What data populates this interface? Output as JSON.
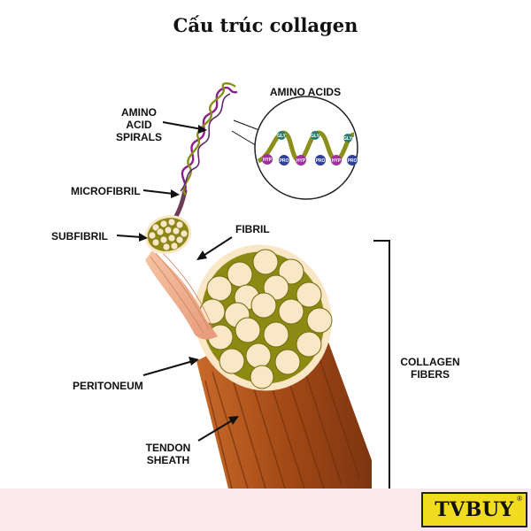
{
  "title": "Cấu trúc collagen",
  "labels": {
    "amino_acid_spirals": [
      "AMINO",
      "ACID",
      "SPIRALS"
    ],
    "amino_acids": "AMINO ACIDS",
    "microfibril": "MICROFIBRIL",
    "subfibril": "SUBFIBRIL",
    "fibril": "FIBRIL",
    "peritoneum": "PERITONEUM",
    "tendon_sheath": [
      "TENDON",
      "SHEATH"
    ],
    "collagen_fibers": [
      "COLLAGEN",
      "FIBERS"
    ]
  },
  "amino_acid_chain": {
    "top": [
      "GLY",
      "GLY",
      "GLY"
    ],
    "bottom": [
      "HYP",
      "PRO",
      "HYP",
      "PRO",
      "HYP",
      "PRO"
    ]
  },
  "colors": {
    "fiber_brown": "#b5531b",
    "olive": "#8c8a12",
    "cream": "#fbe6c6",
    "spiral_purple": "#8b1f8c",
    "spiral_olive": "#8a8f1a",
    "footer_pink": "#fae8ec",
    "logo_yellow": "#f2dc20"
  },
  "logo": {
    "text": "TVBUY",
    "mark": "®"
  }
}
